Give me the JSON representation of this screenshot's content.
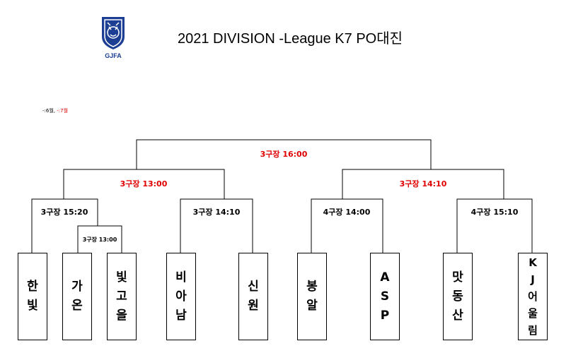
{
  "logo": {
    "text": "GJFA",
    "icon": "tiger-shield-icon",
    "color": "#1c3f94"
  },
  "title": "2021 DIVISION -League K7 PO대진",
  "legend": {
    "black": "-:6월,",
    "red": "-:7월",
    "red_color": "#e00000"
  },
  "matches": {
    "final": "3구장 16:00",
    "semi_left": "3구장 13:00",
    "semi_right": "3구장 14:10",
    "qf1": "3구장 15:20",
    "qf1_sub": "3구장 13:00",
    "qf2": "3구장 14:10",
    "qf3": "4구장 14:00",
    "qf4": "4구장 15:10"
  },
  "teams": [
    "한\n빛",
    "가\n온",
    "빛\n고\n을",
    "비\n아\n남",
    "신\n원",
    "봉\n알",
    "A\nS\nP",
    "맛\n동\n산",
    "K\nJ\n어\n울\n림"
  ]
}
